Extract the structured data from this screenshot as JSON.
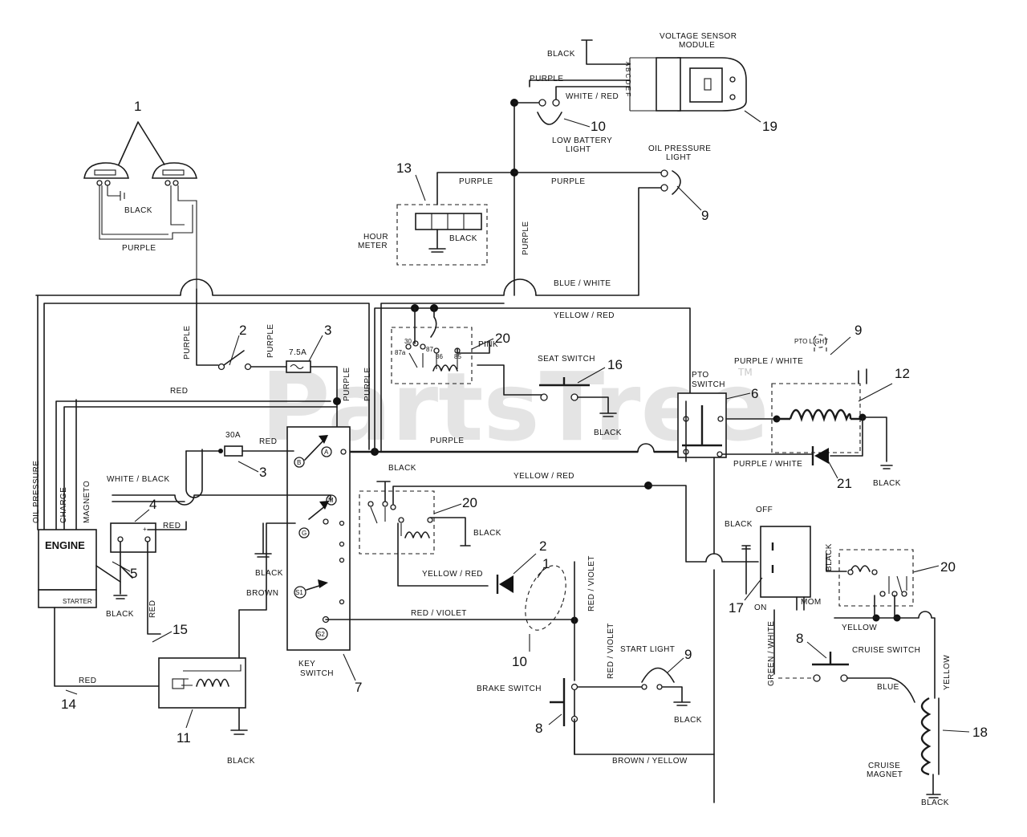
{
  "watermark": {
    "text": "PartsTree",
    "tm": "TM"
  },
  "callouts": {
    "c1": "1",
    "c2a": "2",
    "c3a": "3",
    "c3b": "3",
    "c4": "4",
    "c5": "5",
    "c6": "6",
    "c7": "7",
    "c8a": "8",
    "c8b": "8",
    "c9a": "9",
    "c9b": "9",
    "c9c": "9",
    "c10a": "10",
    "c10b": "10",
    "c11": "11",
    "c12": "12",
    "c13": "13",
    "c14": "14",
    "c15": "15",
    "c16": "16",
    "c17": "17",
    "c18": "18",
    "c19": "19",
    "c20a": "20",
    "c20b": "20",
    "c20c": "20",
    "c21": "21",
    "c2b": "2",
    "c1b": "1"
  },
  "components": {
    "engine": "ENGINE",
    "starter": "STARTER",
    "key_switch_1": "KEY",
    "key_switch_2": "SWITCH",
    "voltage_sensor_1": "VOLTAGE SENSOR",
    "voltage_sensor_2": "MODULE",
    "low_battery_1": "LOW BATTERY",
    "low_battery_2": "LIGHT",
    "oil_pressure_light_1": "OIL PRESSURE",
    "oil_pressure_light_2": "LIGHT",
    "hour_meter_1": "HOUR",
    "hour_meter_2": "METER",
    "seat_switch": "SEAT SWITCH",
    "pto_switch_1": "PTO",
    "pto_switch_2": "SWITCH",
    "pto_light": "PTO LIGHT",
    "start_light": "START LIGHT",
    "brake_switch": "BRAKE SWITCH",
    "cruise_switch": "CRUISE SWITCH",
    "cruise_magnet_1": "CRUISE",
    "cruise_magnet_2": "MAGNET",
    "fuse_75": "7.5A",
    "fuse_30": "30A",
    "off": "OFF",
    "on": "ON",
    "mom": "MOM",
    "voltage_pins": "A B C D E F",
    "key_B": "B",
    "key_A": "A",
    "key_M": "M",
    "key_G": "G",
    "key_S1": "S1",
    "key_S2": "S2",
    "relay_30": "30",
    "relay_87a": "87a",
    "relay_87": "87",
    "relay_86": "86",
    "relay_85": "85"
  },
  "wires": {
    "black_top": "BLACK",
    "purple_top": "PURPLE",
    "white_red_top": "WHITE / RED",
    "black_lights": "BLACK",
    "purple_lights": "PURPLE",
    "purple_hm_left": "PURPLE",
    "purple_hm_right": "PURPLE",
    "black_hm": "BLACK",
    "purple_vert_center": "PURPLE",
    "blue_white": "BLUE / WHITE",
    "yellow_red_top": "YELLOW / RED",
    "purple_left_vert": "PURPLE",
    "purple_sw2": "PURPLE",
    "purple_fuse_vert": "PURPLE",
    "purple_key_vert": "PURPLE",
    "pink": "PINK",
    "purple_white_top": "PURPLE / WHITE",
    "red_top": "RED",
    "black_seat": "BLACK",
    "red_30a": "RED",
    "purple_main": "PURPLE",
    "purple_white_bot": "PURPLE / WHITE",
    "black_diode": "BLACK",
    "white_black": "WHITE / BLACK",
    "black_relay_mid": "BLACK",
    "yellow_red_mid": "YELLOW / RED",
    "red_reg": "RED",
    "black_relay_right": "BLACK",
    "black_key": "BLACK",
    "yellow_red_low": "YELLOW / RED",
    "oil_pressure": "OIL PRESSURE",
    "charge": "CHARGE",
    "magneto": "MAGNETO",
    "black_engine": "BLACK",
    "red_vert": "RED",
    "brown": "BROWN",
    "red_violet_horiz": "RED / VIOLET",
    "red_violet_vert1": "RED / VIOLET",
    "red_violet_vert2": "RED / VIOLET",
    "black_off": "BLACK",
    "black_relay3": "BLACK",
    "yellow_relay3": "YELLOW",
    "green_white": "GREEN / WHITE",
    "blue": "BLUE",
    "yellow_vert": "YELLOW",
    "red_bottom": "RED",
    "black_start": "BLACK",
    "brown_yellow": "BROWN / YELLOW",
    "black_solenoid": "BLACK",
    "black_magnet": "BLACK"
  }
}
